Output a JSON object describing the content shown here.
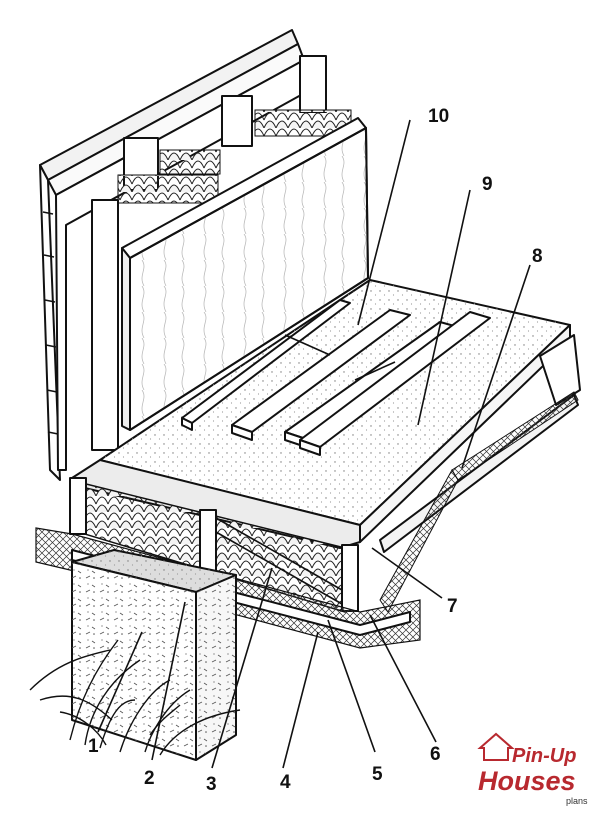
{
  "diagram": {
    "callouts": [
      {
        "id": "1",
        "text": "1"
      },
      {
        "id": "2",
        "text": "2"
      },
      {
        "id": "3",
        "text": "3"
      },
      {
        "id": "4",
        "text": "4"
      },
      {
        "id": "5",
        "text": "5"
      },
      {
        "id": "6",
        "text": "6"
      },
      {
        "id": "7",
        "text": "7"
      },
      {
        "id": "8",
        "text": "8"
      },
      {
        "id": "9",
        "text": "9"
      },
      {
        "id": "10",
        "text": "10"
      }
    ]
  },
  "logo": {
    "line1": "Pin-Up",
    "line2": "Houses",
    "line3": "plans",
    "color": "#b8292f"
  }
}
